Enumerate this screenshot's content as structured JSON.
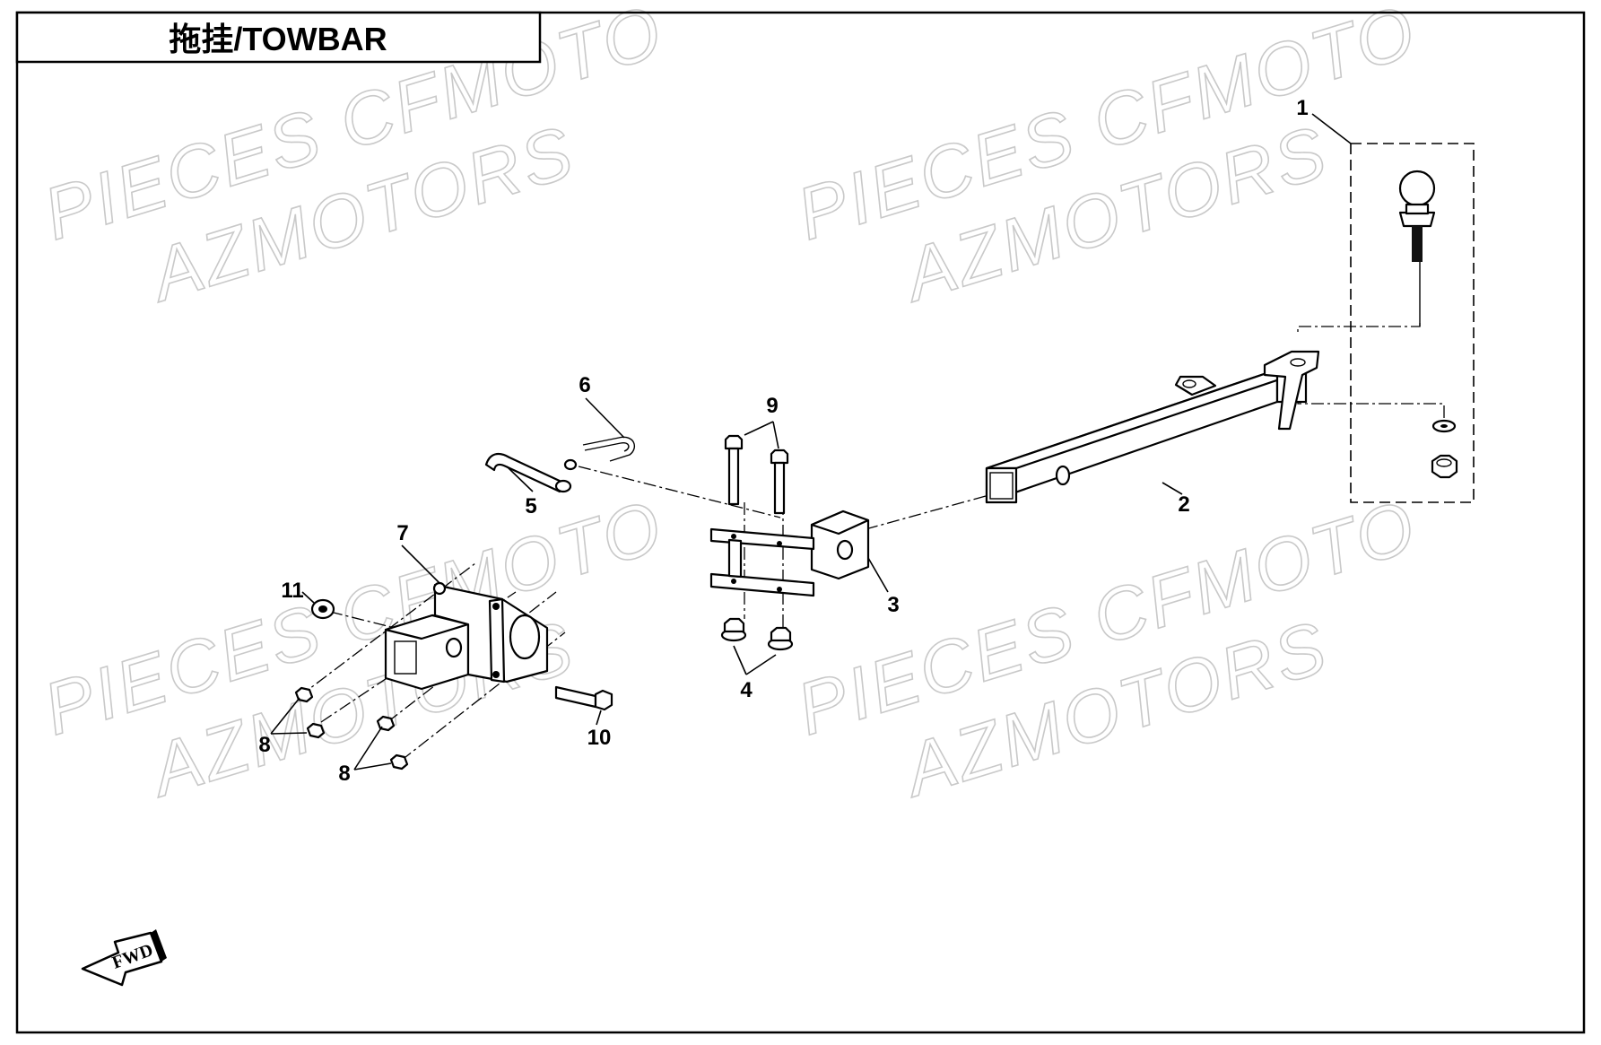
{
  "title": "拖挂/TOWBAR",
  "watermark": {
    "line1": "PIECES CFMOTO",
    "line2": "AZMOTORS"
  },
  "fwd_label": "FWD",
  "callouts": {
    "c1": "1",
    "c2": "2",
    "c3": "3",
    "c4": "4",
    "c5": "5",
    "c6": "6",
    "c7": "7",
    "c8a": "8",
    "c8b": "8",
    "c9": "9",
    "c10": "10",
    "c11": "11"
  },
  "colors": {
    "line": "#000000",
    "background": "#ffffff",
    "watermark": "#c9c9c9"
  }
}
